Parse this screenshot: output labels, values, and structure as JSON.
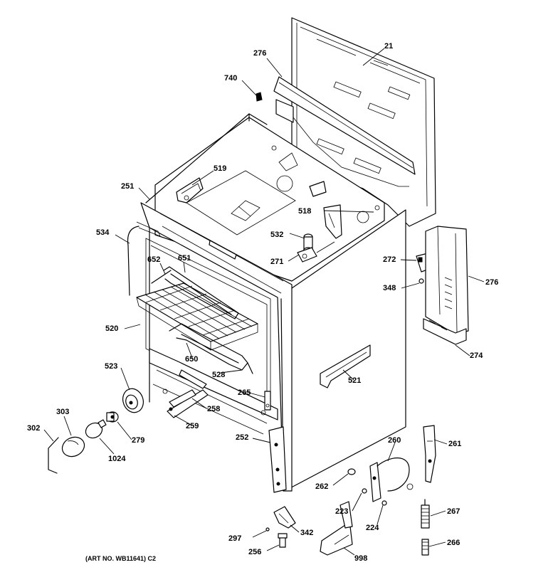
{
  "callouts": {
    "c21": "21",
    "c276_top": "276",
    "c740": "740",
    "c519": "519",
    "c251": "251",
    "c518": "518",
    "c534": "534",
    "c532": "532",
    "c652": "652",
    "c651": "651",
    "c271": "271",
    "c272": "272",
    "c276_right": "276",
    "c348": "348",
    "c520": "520",
    "c274": "274",
    "c650": "650",
    "c521": "521",
    "c523": "523",
    "c528": "528",
    "c265": "265",
    "c258": "258",
    "c303": "303",
    "c302": "302",
    "c279": "279",
    "c259": "259",
    "c252": "252",
    "c260": "260",
    "c261": "261",
    "c1024": "1024",
    "c262": "262",
    "c223": "223",
    "c267": "267",
    "c224": "224",
    "c297": "297",
    "c342": "342",
    "c256": "256",
    "c998": "998",
    "c266": "266"
  },
  "art_number": "(ART NO. WB11641) C2"
}
